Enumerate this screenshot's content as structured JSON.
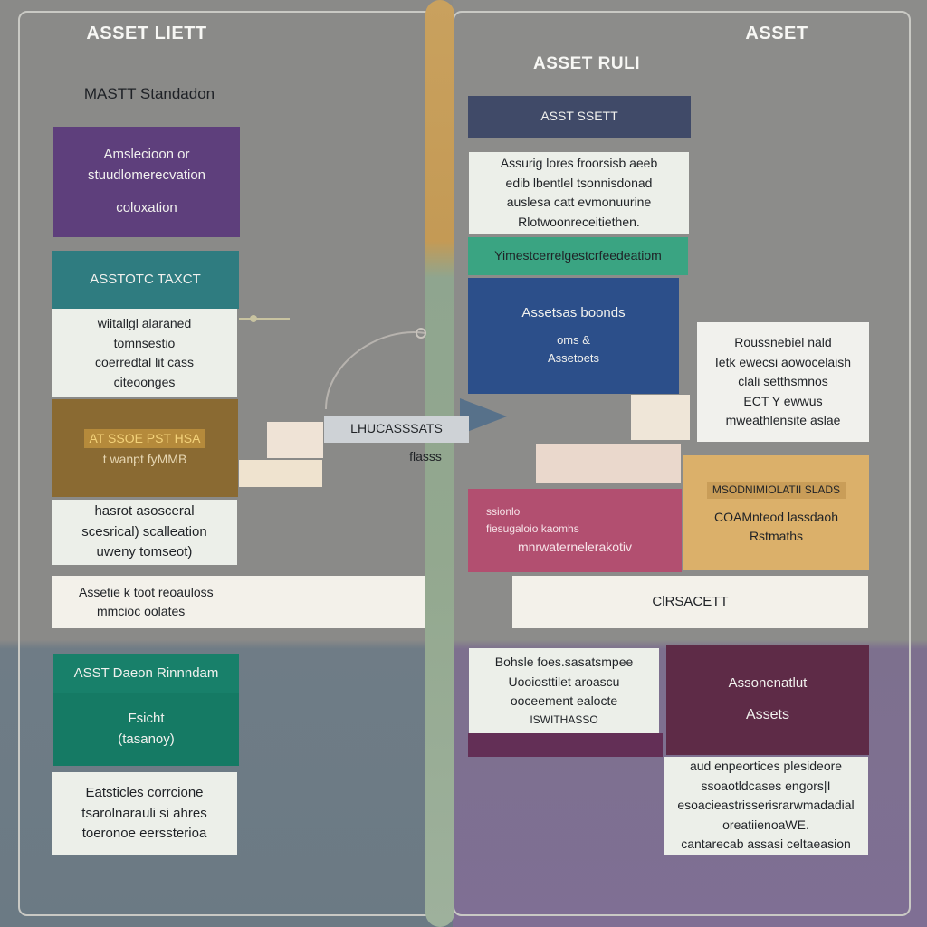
{
  "colors": {
    "purple": "#5e3f7c",
    "teal": "#2f7c80",
    "mustard": "#8a6a32",
    "green": "#187a63",
    "navy": "#404a68",
    "blue": "#2c4f8a",
    "mint": "#3aa482",
    "rose": "#b24f70",
    "sand": "#dbb06a",
    "plum": "#632f56",
    "wine": "#5e2b47"
  },
  "titles": {
    "left": "ASSET LIETT",
    "right": "ASSET",
    "center": "ASSET RULI",
    "left_sub": "MASTT Standadon"
  },
  "left": {
    "purple_box": [
      "Amslecioon or",
      "stuudlomerecvation",
      "coloxation"
    ],
    "teal_header": "ASSTOTC TAXCT",
    "pale_box_1": [
      "wiitallgl alaraned",
      "tomnsestio",
      "coerredtal lit cass",
      "citeoonges"
    ],
    "mustard_box": [
      "AT SSOE PST HSA",
      "t wanpt fyMMB"
    ],
    "pale_box_2": [
      "hasrot asosceral",
      "scesrical) scalleation",
      "uweny tomseot)"
    ],
    "wide_bar": [
      "Assetie k toot reoauloss",
      "mmcioc oolates"
    ],
    "green_header": "ASST Daeon Rinnndam",
    "green_box": [
      "Fsicht",
      "(tasanoy)"
    ],
    "pale_box_3": [
      "Eatsticles corrcione",
      "tsarolnarauli si ahres",
      "toeronoe eerssterioa"
    ]
  },
  "center": {
    "connector_label": "LHUCASSSATS",
    "connector_sub": "flasss"
  },
  "right": {
    "navy_header": "ASST SSETT",
    "pale_box_1": [
      "Assurig lores froorsisb aeeb",
      "edib lbentlel tsonnisdonad",
      "auslesa catt evmonuurine",
      "Rlotwoonreceitiethen."
    ],
    "mint_bar": "Yimestcerrelgestcrfeedeatiom",
    "blue_box": [
      "Assetsas boonds",
      "oms &",
      "Assetoets"
    ],
    "side_box": [
      "Roussnebiel nald",
      "Ietk ewecsi aowocelaish",
      "clali setthsmnos",
      "ECT Y ewwus",
      "mweathlensite aslae"
    ],
    "rose_box": [
      "ssionlo",
      "fiesugaloio kaomhs",
      "mnrwaternelerakotiv"
    ],
    "sand_box": [
      "MSODNIMIOLATII SLADS",
      "COAMnteod lassdaoh",
      "Rstmaths"
    ],
    "wide_bar": "ClRSACETT",
    "plum_pale_box": [
      "Bohsle foes.sasatsmpee",
      "Uooiosttilet aroascu",
      "ooceement ealocte",
      "ISWITHASSO"
    ],
    "wine_box": [
      "Assonenatlut",
      "Assets"
    ],
    "pale_box_2": [
      "aud enpeortices plesideore",
      "ssoaotldcases engors|I",
      "esoacieastrisserisrarwmadadial",
      "oreatiienoaWE.",
      "cantarecab assasi celtaeasion"
    ]
  }
}
